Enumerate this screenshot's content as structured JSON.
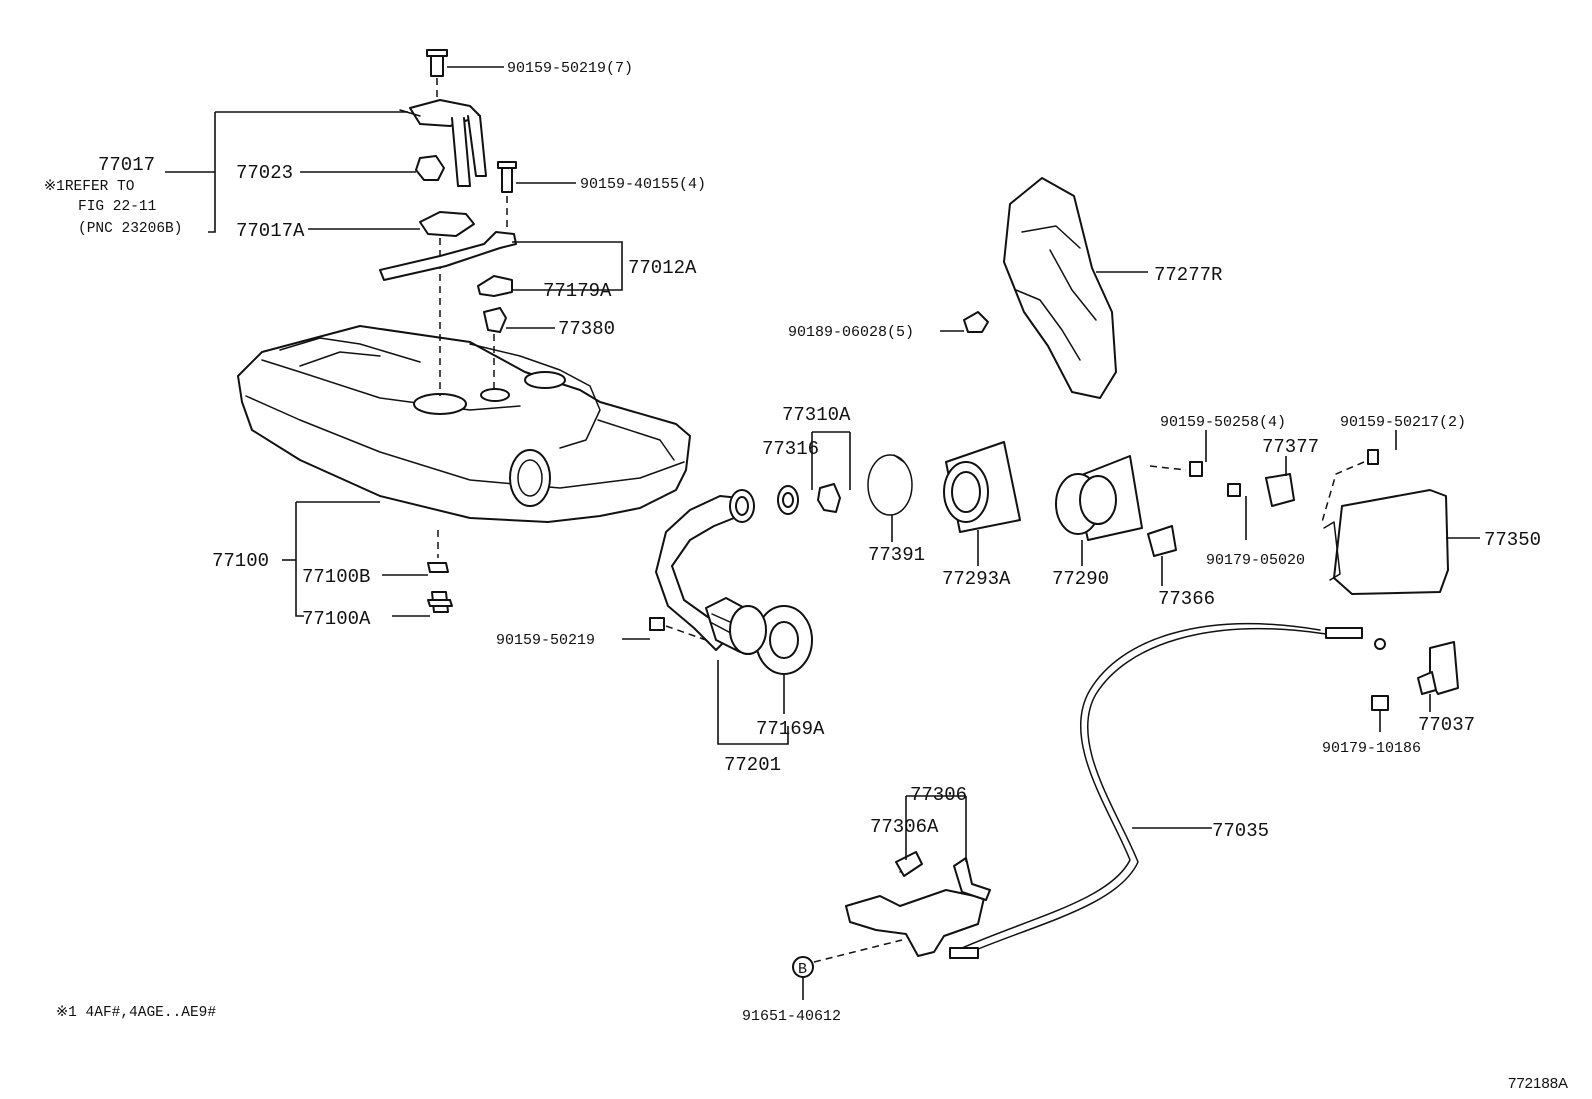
{
  "figure_id": "772188A",
  "footnote": "※1 4AF#,4AGE..AE9#",
  "note": {
    "line1": "※1REFER TO",
    "line2": "FIG 22-11",
    "line3": "(PNC 23206B)"
  },
  "labels": {
    "bolt_top": "90159-50219(7)",
    "p77017": "77017",
    "p77023": "77023",
    "p77017a": "77017A",
    "bolt_40155": "90159-40155(4)",
    "p77012a": "77012A",
    "p77179a": "77179A",
    "p77380": "77380",
    "p77277r": "77277R",
    "clip_06028": "90189-06028(5)",
    "p77310a": "77310A",
    "p77316": "77316",
    "p77391": "77391",
    "p77293a": "77293A",
    "p77290": "77290",
    "bolt_50258": "90159-50258(4)",
    "p77377": "77377",
    "bolt_50217": "90159-50217(2)",
    "nut_05020": "90179-05020",
    "p77366": "77366",
    "p77350": "77350",
    "p77100": "77100",
    "p77100b": "77100B",
    "p77100a": "77100A",
    "bolt_50219": "90159-50219",
    "p77169a": "77169A",
    "p77201": "77201",
    "p77037": "77037",
    "nut_10186": "90179-10186",
    "p77306": "77306",
    "p77306a": "77306A",
    "p77035": "77035",
    "rivet_40612": "91651-40612",
    "circle_b": "B"
  }
}
